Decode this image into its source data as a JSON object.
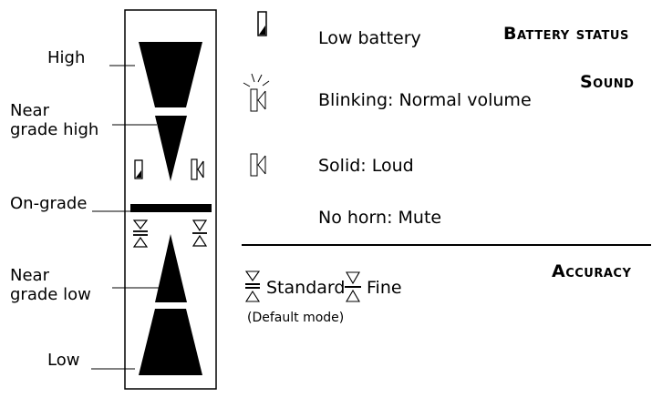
{
  "display_labels": {
    "high": "High",
    "near_high_line1": "Near",
    "near_high_line2": "grade high",
    "on_grade": "On-grade",
    "near_low_line1": "Near",
    "near_low_line2": "grade low",
    "low": "Low"
  },
  "battery": {
    "icon": "low-battery-icon",
    "text": "Low battery",
    "heading": "Battery status"
  },
  "sound": {
    "heading": "Sound",
    "blinking_icon": "blinking-horn-icon",
    "blinking_text": "Blinking: Normal volume",
    "solid_icon": "horn-icon",
    "solid_text": "Solid: Loud",
    "mute_text": "No horn: Mute"
  },
  "accuracy": {
    "heading": "Accuracy",
    "standard_icon": "standard-accuracy-icon",
    "standard_text": "Standard",
    "fine_icon": "fine-accuracy-icon",
    "fine_text": "Fine",
    "default_note": "(Default mode)"
  }
}
